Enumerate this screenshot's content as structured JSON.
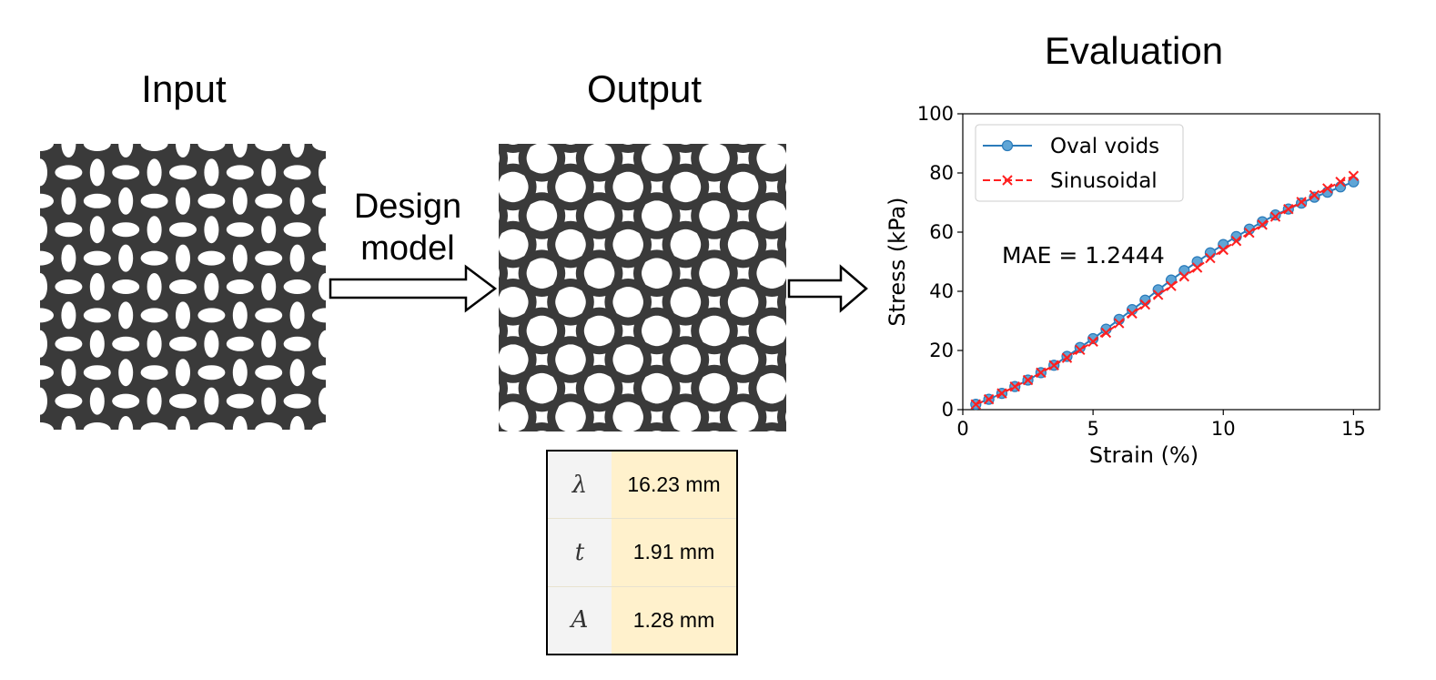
{
  "titles": {
    "input": "Input",
    "output": "Output",
    "evaluation": "Evaluation"
  },
  "design_model": {
    "line1": "Design",
    "line2": "model"
  },
  "parameters": [
    {
      "symbol": "λ",
      "value": "16.23 mm"
    },
    {
      "symbol": "t",
      "value": "1.91 mm"
    },
    {
      "symbol": "A",
      "value": "1.28 mm"
    }
  ],
  "colors": {
    "material": "#3a3a3a",
    "oval_series": "#2b7bba",
    "oval_marker": "#5fa5d6",
    "sinusoidal_series": "#ff2020",
    "param_symbol_bg": "#f3f3f3",
    "param_value_bg": "#fff1cc"
  },
  "chart_data": {
    "type": "line",
    "xlabel": "Strain (%)",
    "ylabel": "Stress (kPa)",
    "xlim": [
      0,
      16
    ],
    "ylim": [
      0,
      100
    ],
    "xticks": [
      0,
      5,
      10,
      15
    ],
    "yticks": [
      0,
      20,
      40,
      60,
      80,
      100
    ],
    "legend_position": "top-left",
    "annotation": "MAE = 1.2444",
    "x": [
      0.5,
      1.0,
      1.5,
      2.0,
      2.5,
      3.0,
      3.5,
      4.0,
      4.5,
      5.0,
      5.5,
      6.0,
      6.5,
      7.0,
      7.5,
      8.0,
      8.5,
      9.0,
      9.5,
      10.0,
      10.5,
      11.0,
      11.5,
      12.0,
      12.5,
      13.0,
      13.5,
      14.0,
      14.5,
      15.0
    ],
    "series": [
      {
        "name": "Oval voids",
        "values": [
          1.8,
          3.5,
          5.5,
          7.8,
          10.0,
          12.5,
          15.0,
          18.0,
          21.0,
          24.0,
          27.2,
          30.5,
          33.8,
          37.0,
          40.5,
          43.8,
          47.0,
          50.0,
          53.0,
          55.8,
          58.5,
          61.0,
          63.5,
          65.8,
          67.8,
          69.8,
          71.8,
          73.5,
          75.3,
          77.0
        ]
      },
      {
        "name": "Sinusoidal",
        "values": [
          1.8,
          3.5,
          5.5,
          7.8,
          10.0,
          12.5,
          15.0,
          17.5,
          20.2,
          23.0,
          26.0,
          29.2,
          32.5,
          35.5,
          38.8,
          41.8,
          45.0,
          48.0,
          51.2,
          54.0,
          57.0,
          59.8,
          62.5,
          65.2,
          67.8,
          70.2,
          72.5,
          74.8,
          77.0,
          79.0
        ]
      }
    ]
  }
}
